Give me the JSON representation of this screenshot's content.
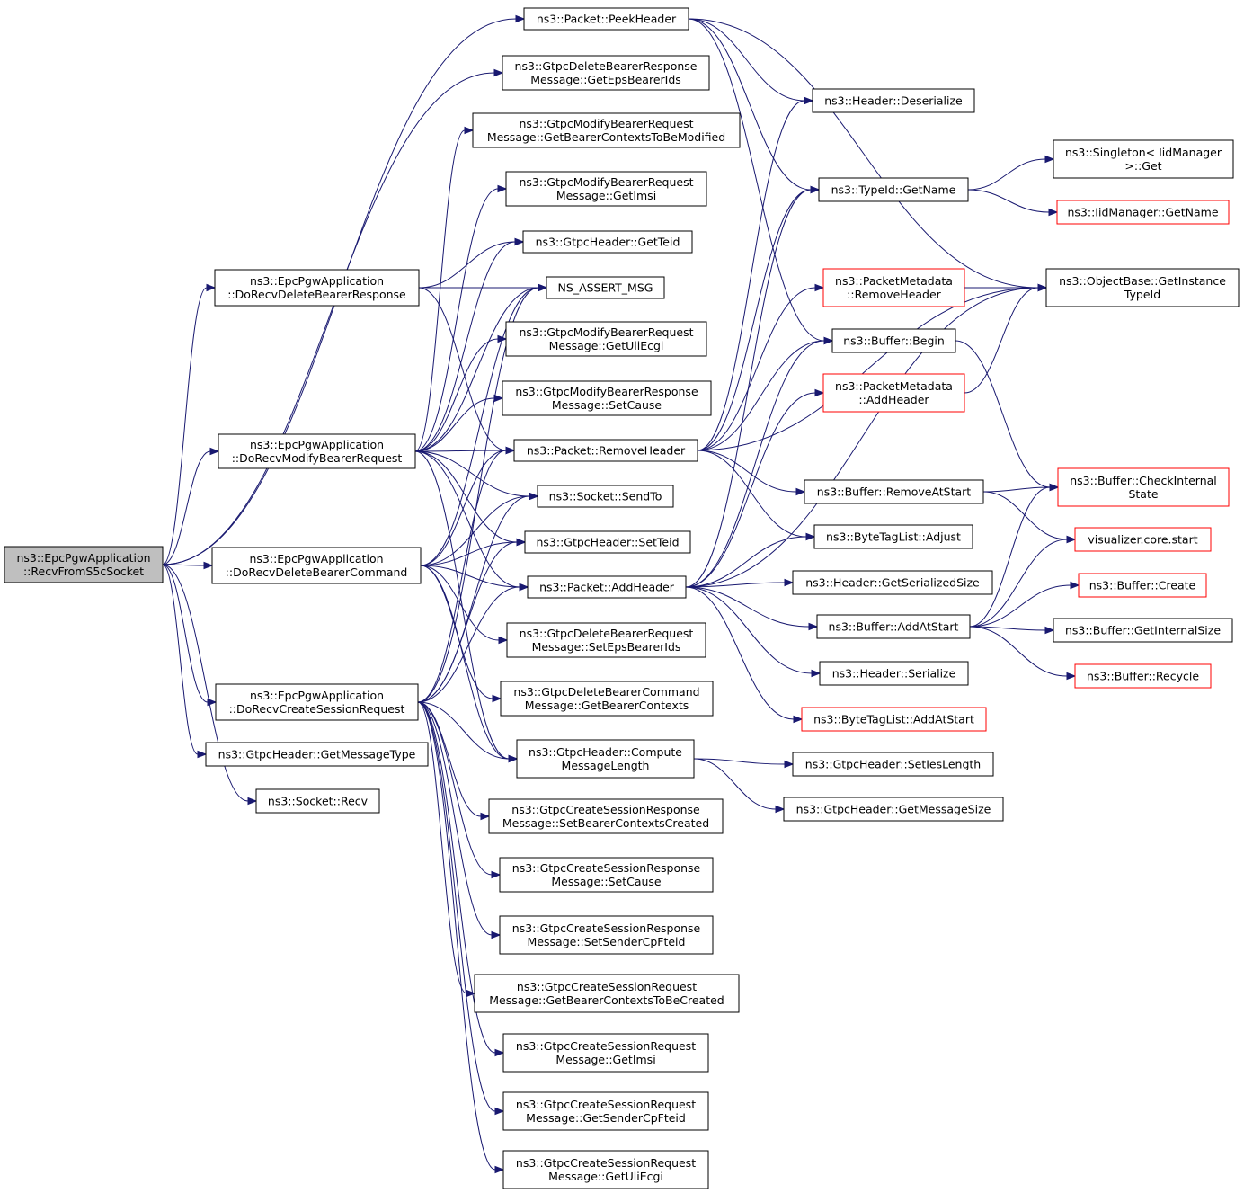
{
  "nodes": {
    "recv_s5c": [
      "ns3::EpcPgwApplication",
      "::RecvFromS5cSocket"
    ],
    "peek": [
      "ns3::Packet::PeekHeader"
    ],
    "del_resp_getids": [
      "ns3::GtpcDeleteBearerResponse",
      "Message::GetEpsBearerIds"
    ],
    "mod_req_getctx": [
      "ns3::GtpcModifyBearerRequest",
      "Message::GetBearerContextsToBeModified"
    ],
    "mod_req_imsi": [
      "ns3::GtpcModifyBearerRequest",
      "Message::GetImsi"
    ],
    "getteid": [
      "ns3::GtpcHeader::GetTeid"
    ],
    "nsassert": [
      "NS_ASSERT_MSG"
    ],
    "mod_req_uli": [
      "ns3::GtpcModifyBearerRequest",
      "Message::GetUliEcgi"
    ],
    "mod_resp_cause": [
      "ns3::GtpcModifyBearerResponse",
      "Message::SetCause"
    ],
    "removeheader": [
      "ns3::Packet::RemoveHeader"
    ],
    "sendto": [
      "ns3::Socket::SendTo"
    ],
    "setteid": [
      "ns3::GtpcHeader::SetTeid"
    ],
    "addheader": [
      "ns3::Packet::AddHeader"
    ],
    "del_req_setids": [
      "ns3::GtpcDeleteBearerRequest",
      "Message::SetEpsBearerIds"
    ],
    "del_cmd_ctx": [
      "ns3::GtpcDeleteBearerCommand",
      "Message::GetBearerContexts"
    ],
    "compute": [
      "ns3::GtpcHeader::Compute",
      "MessageLength"
    ],
    "cs_resp_setctx": [
      "ns3::GtpcCreateSessionResponse",
      "Message::SetBearerContextsCreated"
    ],
    "cs_resp_cause": [
      "ns3::GtpcCreateSessionResponse",
      "Message::SetCause"
    ],
    "cs_resp_fteid": [
      "ns3::GtpcCreateSessionResponse",
      "Message::SetSenderCpFteid"
    ],
    "cs_req_ctx": [
      "ns3::GtpcCreateSessionRequest",
      "Message::GetBearerContextsToBeCreated"
    ],
    "cs_req_imsi": [
      "ns3::GtpcCreateSessionRequest",
      "Message::GetImsi"
    ],
    "cs_req_fteid": [
      "ns3::GtpcCreateSessionRequest",
      "Message::GetSenderCpFteid"
    ],
    "cs_req_uli": [
      "ns3::GtpcCreateSessionRequest",
      "Message::GetUliEcgi"
    ],
    "do_del_resp": [
      "ns3::EpcPgwApplication",
      "::DoRecvDeleteBearerResponse"
    ],
    "do_mod_req": [
      "ns3::EpcPgwApplication",
      "::DoRecvModifyBearerRequest"
    ],
    "do_del_cmd": [
      "ns3::EpcPgwApplication",
      "::DoRecvDeleteBearerCommand"
    ],
    "do_cs_req": [
      "ns3::EpcPgwApplication",
      "::DoRecvCreateSessionRequest"
    ],
    "getmsgtype": [
      "ns3::GtpcHeader::GetMessageType"
    ],
    "sock_recv": [
      "ns3::Socket::Recv"
    ],
    "hdr_deser": [
      "ns3::Header::Deserialize"
    ],
    "typeid_name": [
      "ns3::TypeId::GetName"
    ],
    "pm_remove": [
      "ns3::PacketMetadata",
      "::RemoveHeader"
    ],
    "buf_begin": [
      "ns3::Buffer::Begin"
    ],
    "pm_add": [
      "ns3::PacketMetadata",
      "::AddHeader"
    ],
    "buf_rmstart": [
      "ns3::Buffer::RemoveAtStart"
    ],
    "btl_adjust": [
      "ns3::ByteTagList::Adjust"
    ],
    "hdr_sersize": [
      "ns3::Header::GetSerializedSize"
    ],
    "buf_addstart": [
      "ns3::Buffer::AddAtStart"
    ],
    "hdr_ser": [
      "ns3::Header::Serialize"
    ],
    "btl_addstart": [
      "ns3::ByteTagList::AddAtStart"
    ],
    "setieslen": [
      "ns3::GtpcHeader::SetIesLength"
    ],
    "getmsgsize": [
      "ns3::GtpcHeader::GetMessageSize"
    ],
    "singleton": [
      "ns3::Singleton< IidManager",
      ">::Get"
    ],
    "iid_name": [
      "ns3::IidManager::GetName"
    ],
    "obj_typeid": [
      "ns3::ObjectBase::GetInstance",
      "TypeId"
    ],
    "buf_check": [
      "ns3::Buffer::CheckInternal",
      "State"
    ],
    "viz_start": [
      "visualizer.core.start"
    ],
    "buf_create": [
      "ns3::Buffer::Create"
    ],
    "buf_isize": [
      "ns3::Buffer::GetInternalSize"
    ],
    "buf_recycle": [
      "ns3::Buffer::Recycle"
    ]
  },
  "styles": {
    "edge_color": "#191970",
    "root_fill": "#bfbfbf",
    "truncated_border": "#ff0000"
  }
}
